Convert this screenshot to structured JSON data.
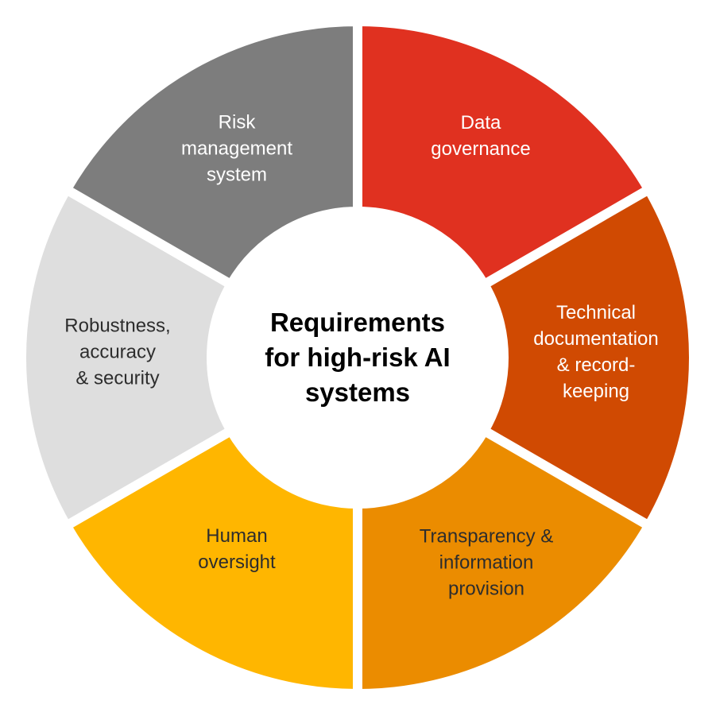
{
  "center_title": "Requirements\nfor high-risk AI\nsystems",
  "segments": [
    {
      "label": "Data\ngovernance",
      "color": "#e03120",
      "text_color": "#ffffff"
    },
    {
      "label": "Technical\ndocumentation\n& record-keeping",
      "color": "#d04a02",
      "text_color": "#ffffff"
    },
    {
      "label": "Transparency &\ninformation\nprovision",
      "color": "#eb8c00",
      "text_color": "#2d2d2d"
    },
    {
      "label": "Human\noversight",
      "color": "#ffb600",
      "text_color": "#2d2d2d"
    },
    {
      "label": "Robustness,\naccuracy\n& security",
      "color": "#dedede",
      "text_color": "#2d2d2d"
    },
    {
      "label": "Risk\nmanagement\nsystem",
      "color": "#7d7d7d",
      "text_color": "#ffffff"
    }
  ]
}
